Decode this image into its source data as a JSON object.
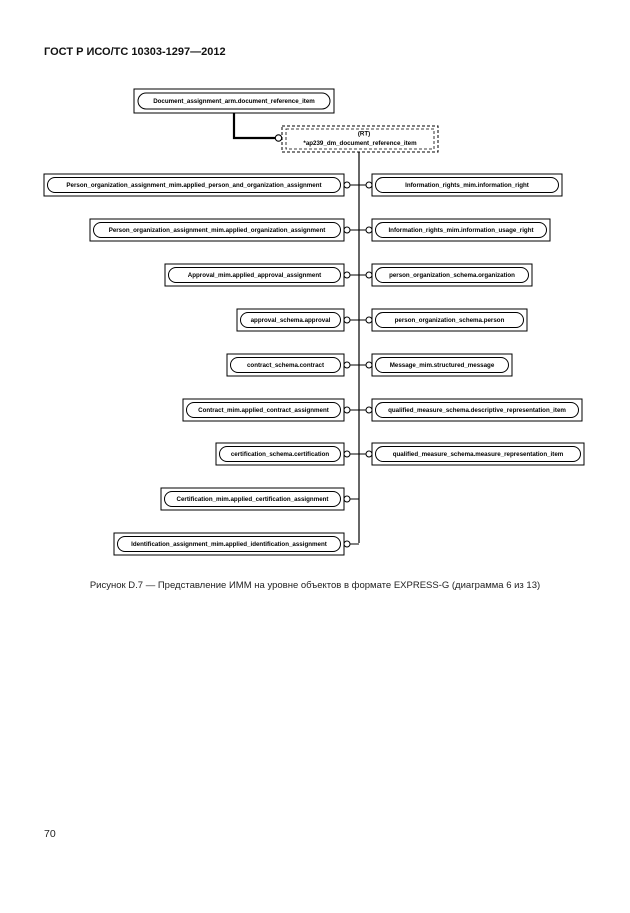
{
  "header": {
    "doc_id": "ГОСТ Р ИСО/ТС 10303-1297—2012"
  },
  "diagram": {
    "top_entity": "Document_assignment_arm.document_reference_item",
    "central_entity": {
      "tag": "(RT)",
      "name": "*ap239_dm_document_reference_item"
    },
    "left_entities": [
      "Person_organization_assignment_mim.applied_person_and_organization_assignment",
      "Person_organization_assignment_mim.applied_organization_assignment",
      "Approval_mim.applied_approval_assignment",
      "approval_schema.approval",
      "contract_schema.contract",
      "Contract_mim.applied_contract_assignment",
      "certification_schema.certification",
      "Certification_mim.applied_certification_assignment",
      "Identification_assignment_mim.applied_identification_assignment"
    ],
    "right_entities": [
      "Information_rights_mim.information_right",
      "Information_rights_mim.information_usage_right",
      "person_organization_schema.organization",
      "person_organization_schema.person",
      "Message_mim.structured_message",
      "qualified_measure_schema.descriptive_representation_item",
      "qualified_measure_schema.measure_representation_item"
    ]
  },
  "caption": "Рисунок  D.7 — Представление ИММ на уровне объектов в формате EXPRESS-G (диаграмма 6 из 13)",
  "page_number": "70"
}
